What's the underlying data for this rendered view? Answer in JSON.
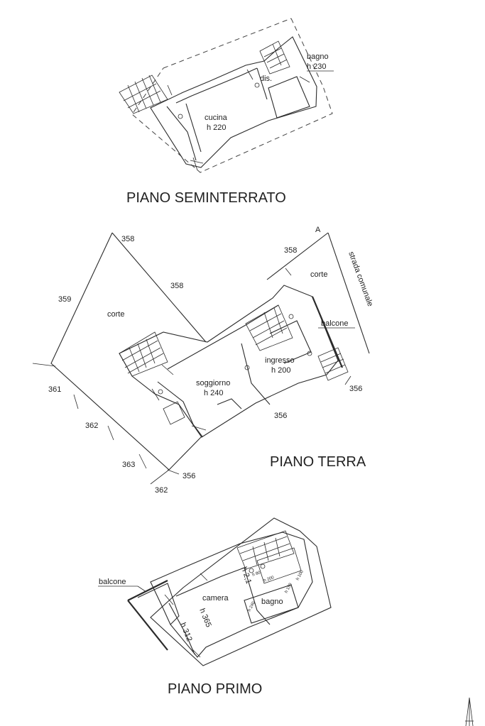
{
  "seminterrato": {
    "title": "PIANO SEMINTERRATO",
    "cucina": "cucina",
    "cucina_h": "h 220",
    "bagno": "bagno",
    "bagno_h": "h 230",
    "dis": "dis."
  },
  "terra": {
    "title": "PIANO TERRA",
    "corte_left": "corte",
    "corte_right": "corte",
    "soggiorno": "soggiorno",
    "soggiorno_h": "h 240",
    "ingresso": "ingresso",
    "ingresso_h": "h 200",
    "balcone": "balcone",
    "strada": "strada comunale",
    "point_a": "A",
    "parcels": [
      "358",
      "358",
      "358",
      "359",
      "361",
      "362",
      "363",
      "356",
      "362",
      "356",
      "356"
    ]
  },
  "primo": {
    "title": "PIANO PRIMO",
    "balcone": "balcone",
    "camera": "camera",
    "camera_h": "h 365",
    "h312": "h 312",
    "h211": "h 2,1",
    "bagno": "bagno",
    "small_1": "h 100",
    "small_2": "h 150",
    "small_3": "h 240",
    "small_4": "h 200",
    "small_5": "h 80"
  },
  "north_icon": "north-arrow-icon"
}
